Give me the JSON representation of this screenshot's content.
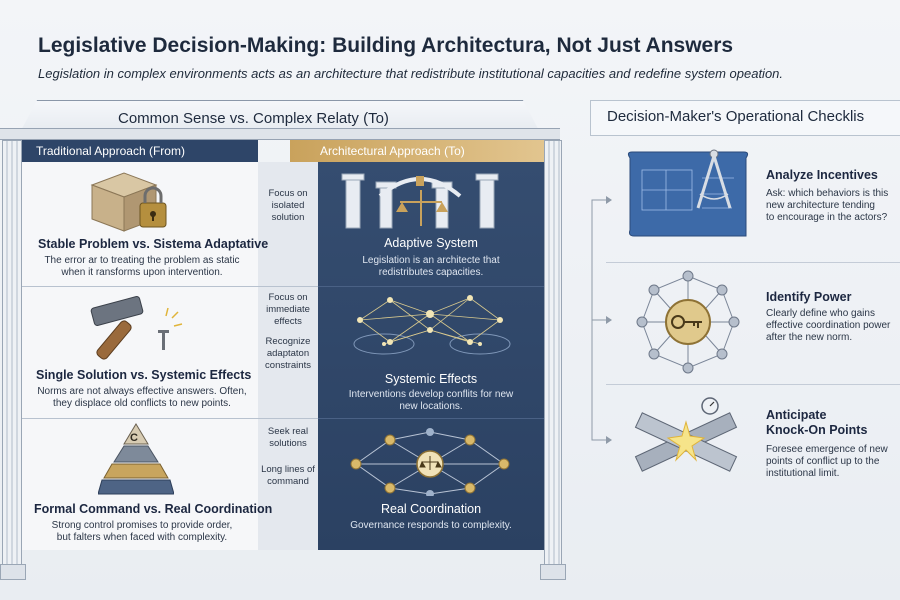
{
  "title": "Legislative Decision-Making: Building Architectura, Not Just Answers",
  "subtitle": "Legislation in complex environments acts as an architecture that redistribute institutional capacities and redefine system opeation.",
  "comparison": {
    "section_title": "Common Sense vs. Complex Relaty (To)",
    "left_header": "Traditional Approach (From)",
    "right_header": "Architectural Approach (To)",
    "rows": [
      {
        "left_title": "Stable Problem vs. Sistema Adaptative",
        "left_desc_1": "The error ar to treating the problem as static",
        "left_desc_2": "when it  ransforms upon intervention.",
        "mid_1": "Focus on isolated solution",
        "mid_2": "",
        "right_title": "Adaptive System",
        "right_desc_1": "Legislation is an architecte that",
        "right_desc_2": "redistributes capacities."
      },
      {
        "left_title": "Single Solution vs. Systemic Effects",
        "left_desc_1": "Norms are not always effective answers. Often,",
        "left_desc_2": "they displace old conflicts to new points.",
        "mid_1": "Focus on immediate effects",
        "mid_2": "Recognize adaptaton constraints",
        "right_title": "Systemic Effects",
        "right_desc_1": "Interventions develop conflits for new",
        "right_desc_2": "new locations."
      },
      {
        "left_title": "Formal Command vs. Real Coordination",
        "left_desc_1": "Strong control promises to provide order,",
        "left_desc_2": "but falters when faced with complexity.",
        "mid_1": "Seek real solutions",
        "mid_2": "Long lines of command",
        "right_title": "Real Coordination",
        "right_desc_1": "Governance responds to complexity.",
        "right_desc_2": ""
      }
    ],
    "pyramid_letter": "C"
  },
  "checklist": {
    "title": "Decision-Maker's Operational Checklis",
    "items": [
      {
        "title_1": "Analyze Incentives",
        "title_2": "",
        "desc_1": "Ask: which behaviors is this",
        "desc_2": "new architecture tending",
        "desc_3": "to encourage in the actors?"
      },
      {
        "title_1": "Identify Power",
        "title_2": "",
        "desc_1": "Clearly define who gains",
        "desc_2": "effective coordination power",
        "desc_3": "after the new norm."
      },
      {
        "title_1": "Anticipate",
        "title_2": "Knock-On Points",
        "desc_1": "Foresee emergence of new",
        "desc_2": "points of conflict up to the",
        "desc_3": "institutional limit."
      }
    ]
  },
  "icons": [
    "box-lock-icon",
    "hammer-nail-icon",
    "pyramid-icon",
    "columns-scale-icon",
    "network-icon",
    "network-scale-icon",
    "blueprint-compass-icon",
    "key-network-icon",
    "crossed-beams-icon"
  ],
  "colors": {
    "navy": "#2e4568",
    "gold": "#c9a25c",
    "panel_dark": "#2b4162"
  }
}
